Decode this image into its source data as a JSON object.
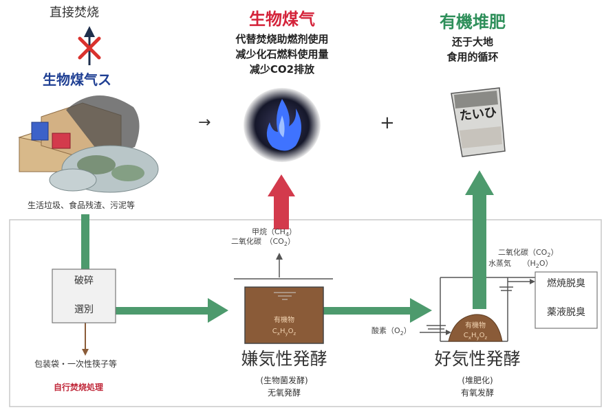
{
  "top_left": {
    "direct_burn": "直接焚烧",
    "biogas_label": "生物煤气ス",
    "waste_caption": "生活垃圾、食品残渣、污泥等"
  },
  "biogas": {
    "title": "生物煤气",
    "lines": [
      "代替焚烧助燃剂使用",
      "减少化石燃料使用量",
      "减少CO2排放"
    ]
  },
  "compost": {
    "title": "有機堆肥",
    "lines": [
      "还于大地",
      "食用的循环"
    ],
    "bag_label": "たいひ"
  },
  "arrow_symbol": "→",
  "plus_symbol": "+",
  "crush_box": {
    "line1": "破碎",
    "line2": "選別"
  },
  "crush_output": {
    "items": "包装袋・一次性筷子等",
    "note": "自行焚烧処理"
  },
  "anaerobic": {
    "gas_line1": "甲烷（CH",
    "gas_line1_sub": "4",
    "gas_line1_end": "）",
    "gas_line2": "二氧化碳　（CO",
    "gas_line2_sub": "2",
    "gas_line2_end": "）",
    "tank_label": "有機物",
    "tank_formula": "C",
    "tank_formula_sub1": "x",
    "tank_formula_mid1": "H",
    "tank_formula_sub2": "y",
    "tank_formula_mid2": "O",
    "tank_formula_sub3": "z",
    "title": "嫌気性発酵",
    "sub1": "(生物菌发酵)",
    "sub2": "无氧発酵"
  },
  "aerobic": {
    "gas_line1": "二氧化碳（CO",
    "gas_line1_sub": "2",
    "gas_line1_end": "）",
    "gas_line2": "水蒸気",
    "gas_line2b": "（H",
    "gas_line2_sub": "2",
    "gas_line2_end": "O）",
    "oxygen": "酸素（O",
    "oxygen_sub": "2",
    "oxygen_end": "）",
    "pile_label": "有機物",
    "pile_formula": "C",
    "pile_formula_sub1": "x",
    "pile_formula_mid1": "H",
    "pile_formula_sub2": "y",
    "pile_formula_mid2": "O",
    "pile_formula_sub3": "z",
    "title": "好気性発酵",
    "sub1": "(堆肥化)",
    "sub2": "有氧发酵"
  },
  "deodor": {
    "line1": "燃焼脱臭",
    "line2": "薬液脱臭"
  },
  "colors": {
    "green_arrow": "#4d9a6d",
    "red_arrow": "#d33a4c",
    "dark_arrow": "#1f2f4c",
    "brown": "#8a5b38",
    "biogas_red": "#d4233a",
    "compost_green": "#2e8f5a",
    "blue_text": "#1f3f93",
    "note_red": "#c0283a"
  }
}
